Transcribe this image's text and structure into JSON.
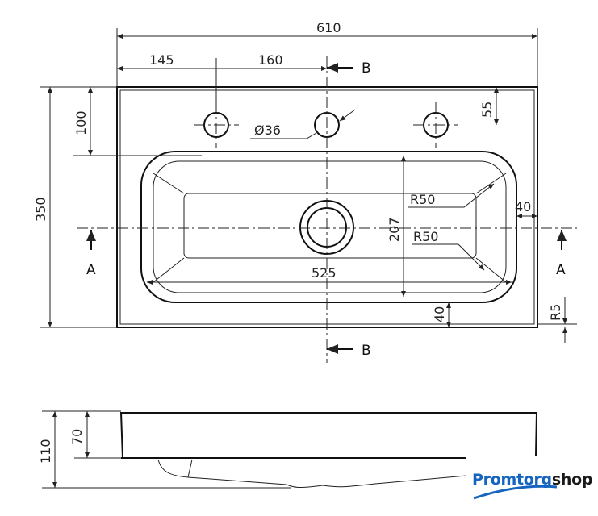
{
  "drawing": {
    "plan_view": {
      "overall_width": "610",
      "hole_offset": "145",
      "hole_spacing": "160",
      "section_b_top": "B",
      "section_b_bottom": "B",
      "hole_depth": "100",
      "hole_depth_right": "55",
      "hole_diameter": "Ø36",
      "overall_depth": "350",
      "bowl_depth": "207",
      "radius_upper": "R50",
      "radius_lower": "R50",
      "side_margin": "40",
      "section_a_left": "A",
      "section_a_right": "A",
      "bowl_width": "525",
      "front_margin": "40",
      "edge_radius": "R5"
    },
    "side_view": {
      "total_height": "110",
      "rim_height": "70"
    }
  },
  "logo": {
    "part1": "Promtorg",
    "part2": "shop",
    "accent": "#1565c0"
  }
}
